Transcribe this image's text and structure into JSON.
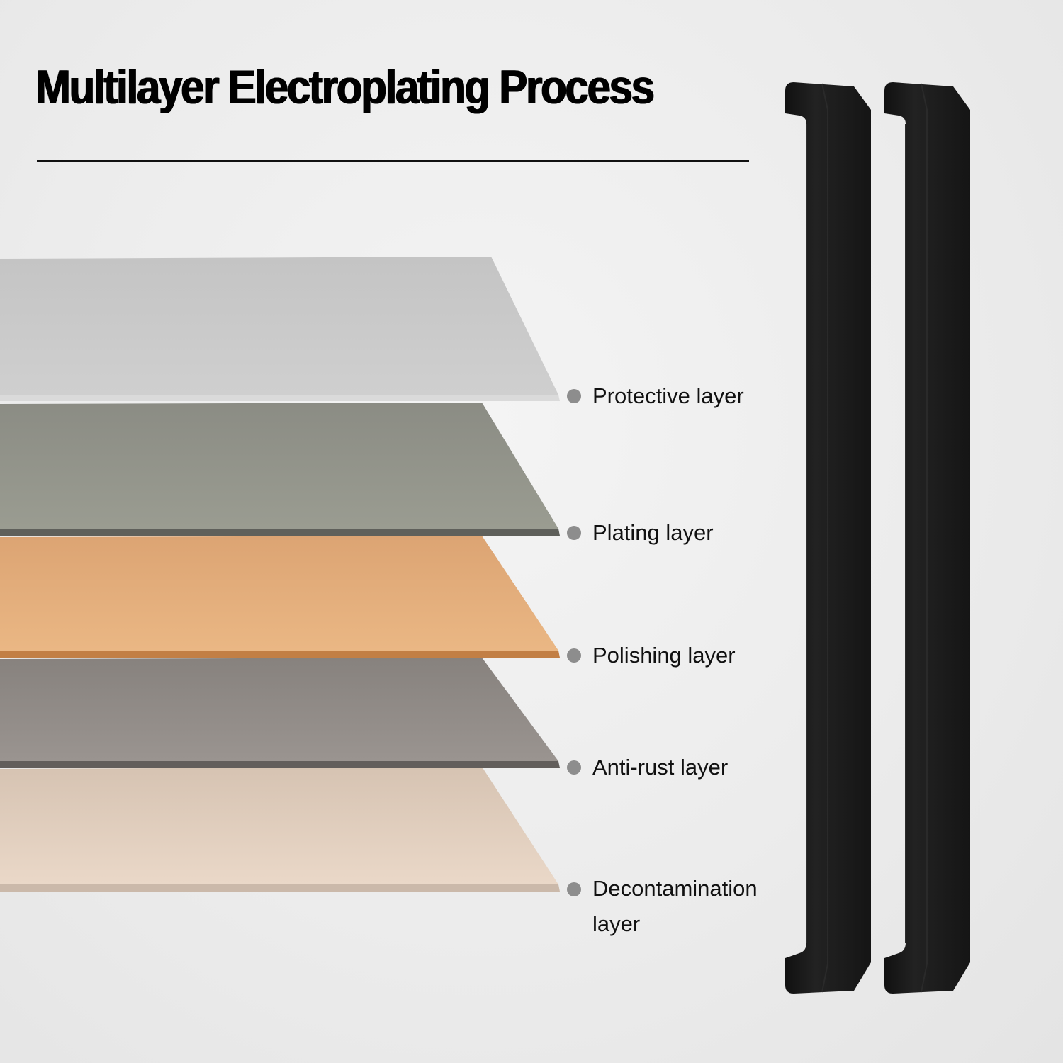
{
  "title": "Multilayer Electroplating Process",
  "layers": [
    {
      "label": "Protective layer",
      "color": "#c7c7c7",
      "edge": "#d8d8d8"
    },
    {
      "label": "Plating layer",
      "color": "#92948a",
      "edge": "#6d6e69"
    },
    {
      "label": "Polishing layer",
      "color": "#e2ad7d",
      "edge": "#c9884f"
    },
    {
      "label": "Anti-rust layer",
      "color": "#8f8a86",
      "edge": "#66625f"
    },
    {
      "label": "Decontamination\nlayer",
      "color": "#e1cfbf",
      "edge": "#cdb9a9"
    }
  ],
  "bullet_color": "#8d8d8d",
  "handle_color": "#1b1b1b"
}
